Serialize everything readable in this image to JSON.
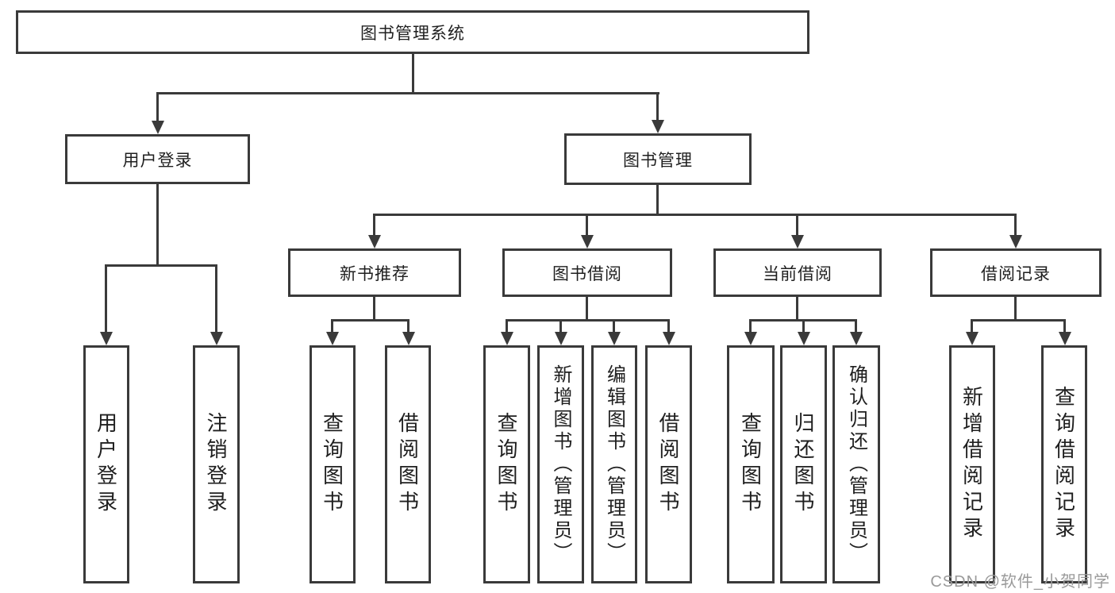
{
  "diagram_title": "图书管理系统",
  "nodes": {
    "root": "图书管理系统",
    "user_login": "用户登录",
    "book_mgmt": "图书管理",
    "new_book_rec": "新书推荐",
    "book_borrow": "图书借阅",
    "current_borrow": "当前借阅",
    "borrow_record": "借阅记录",
    "leaf_user_login": "用户登录",
    "leaf_logout": "注销登录",
    "leaf_nb_query": "查询图书",
    "leaf_nb_borrow": "借阅图书",
    "leaf_bb_query": "查询图书",
    "leaf_bb_add": "新增图书（管理员）",
    "leaf_bb_edit": "编辑图书（管理员）",
    "leaf_bb_borrow": "借阅图书",
    "leaf_cb_query": "查询图书",
    "leaf_cb_return": "归还图书",
    "leaf_cb_confirm": "确认归还（管理员）",
    "leaf_br_add": "新增借阅记录",
    "leaf_br_query": "查询借阅记录"
  },
  "watermark": "CSDN @软件_小贺同学",
  "colors": {
    "line": "#3a3a3a",
    "text": "#1f1f1f",
    "background": "#ffffff",
    "watermark": "#9a9a9a"
  }
}
